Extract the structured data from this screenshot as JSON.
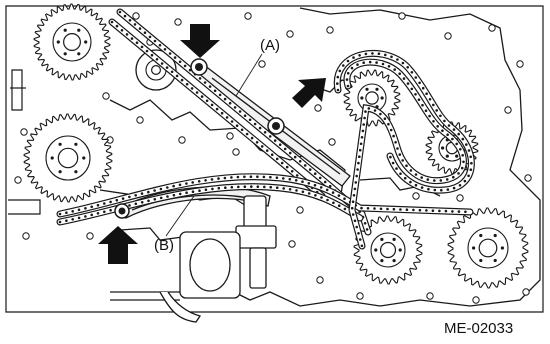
{
  "labels": {
    "guide_a": "(A)",
    "guide_b": "(B)",
    "figure_code": "ME-02033"
  },
  "colors": {
    "line": "#1a1a1a",
    "fill": "#ffffff",
    "metal_shade": "#f2f2f2",
    "arrow": "#111111"
  },
  "icons": {
    "bolt": "bolt-icon",
    "indicator": "down-arrow-icon"
  }
}
